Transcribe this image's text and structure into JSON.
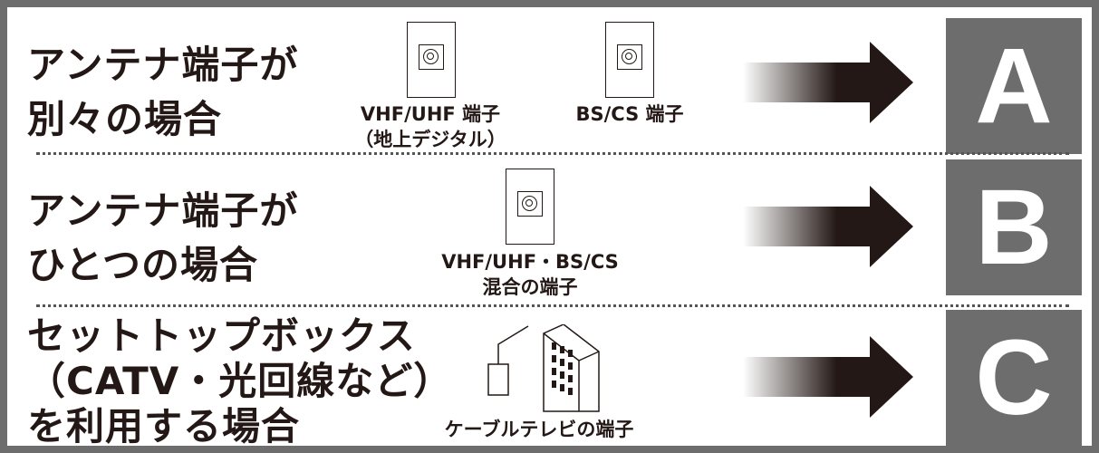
{
  "rows": [
    {
      "label_line1": "アンテナ端子が",
      "label_line2": "別々の場合",
      "terminal1_caption": "VHF/UHF 端子",
      "terminal1_caption2": "（地上デジタル）",
      "terminal2_caption": "BS/CS 端子",
      "box_letter": "A"
    },
    {
      "label_line1": "アンテナ端子が",
      "label_line2": "ひとつの場合",
      "terminal_caption": "VHF/UHF・BS/CS",
      "terminal_caption2": "混合の端子",
      "box_letter": "B"
    },
    {
      "label_line1": "セットトップボックス",
      "label_line2": "（CATV・光回線など）",
      "label_line3": "を利用する場合",
      "terminal_caption": "ケーブルテレビの端子",
      "box_letter": "C"
    }
  ],
  "colors": {
    "frame": "#6d6d6d",
    "box": "#6d6d6d",
    "text": "#231815"
  },
  "icons": {
    "terminal": "antenna-terminal-icon",
    "cable": "cable-tv-building-icon",
    "arrow": "gradient-arrow-icon"
  }
}
